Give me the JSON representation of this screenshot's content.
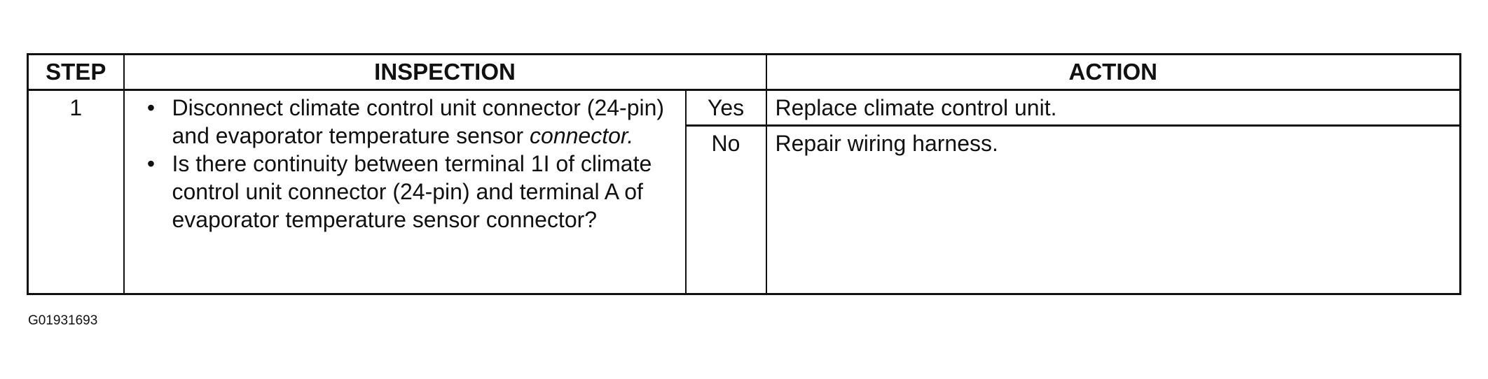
{
  "table": {
    "headers": {
      "step": "STEP",
      "inspection": "INSPECTION",
      "action": "ACTION"
    },
    "rows": [
      {
        "step": "1",
        "inspection_bullets": [
          {
            "text_before": "Disconnect climate control unit connector (24-pin) and evaporator temperature sensor ",
            "text_italic": "connector.",
            "bullet": "•"
          },
          {
            "text_before": "Is there continuity between terminal 1I of climate control unit connector (24-pin) and terminal A of evaporator temperature sensor connector?",
            "text_italic": "",
            "bullet": "•"
          }
        ],
        "outcomes": [
          {
            "answer": "Yes",
            "action": "Replace climate control unit."
          },
          {
            "answer": "No",
            "action": "Repair wiring harness."
          }
        ]
      }
    ]
  },
  "figure_id": "G01931693"
}
